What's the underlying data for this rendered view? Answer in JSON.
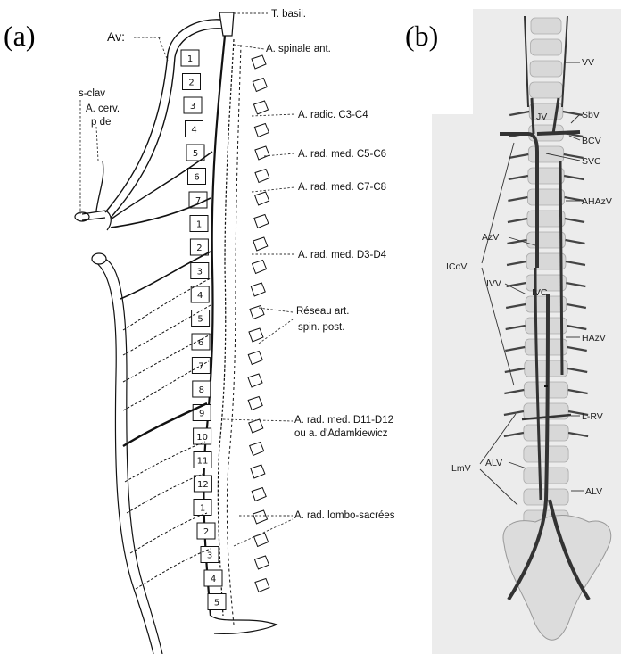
{
  "panel_a": {
    "letter": "(a)",
    "labels": {
      "av": "Av:",
      "t_basil": "T. basil.",
      "a_spinale": "A. spinale ant.",
      "s_clav": "s-clav",
      "a_cerv": "A. cerv.",
      "p_de": "p de",
      "radic_c3c4": "A. radic. C3-C4",
      "rad_c5c6": "A. rad. med. C5-C6",
      "rad_c7c8": "A. rad. med. C7-C8",
      "rad_d3d4": "A. rad. med. D3-D4",
      "reseau_1": "Réseau art.",
      "reseau_2": "spin. post.",
      "rad_d11_1": "A. rad. med. D11-D12",
      "rad_d11_2": "ou a. d'Adamkiewicz",
      "lombo": "A. rad. lombo-sacrées"
    },
    "vertebra_numbers": [
      "1",
      "2",
      "3",
      "4",
      "5",
      "6",
      "7",
      "1",
      "2",
      "3",
      "4",
      "5",
      "6",
      "7",
      "8",
      "9",
      "10",
      "11",
      "12",
      "1",
      "2",
      "3",
      "4",
      "5"
    ]
  },
  "panel_b": {
    "letter": "(b)",
    "labels": {
      "vv": "VV",
      "jv": "JV",
      "sbv": "SbV",
      "bcv": "BCV",
      "svc": "SVC",
      "ahazv": "AHAzV",
      "azv": "AzV",
      "icov": "ICoV",
      "ivv": "IVV",
      "ivc": "IVC",
      "hazv": "HAzV",
      "lrv": "L-RV",
      "lmv": "LmV",
      "alv_left": "ALV",
      "alv_right": "ALV"
    }
  },
  "colors": {
    "line": "#111111",
    "bone": "#ddd",
    "vessel": "#333333",
    "panel_b_bg": "#eeeeee"
  }
}
